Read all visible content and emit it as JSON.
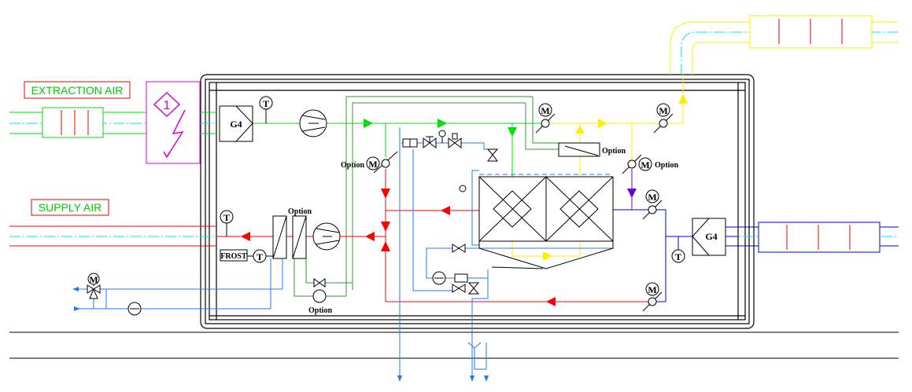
{
  "labels": {
    "extraction_air": "EXTRACTION AIR",
    "supply_air": "SUPPLY AIR",
    "zone_number": "1",
    "filter_extract": "G4",
    "filter_supply": "G4",
    "frost": "FROST",
    "temp_sensor": "T",
    "motor": "M",
    "option": "Option"
  },
  "colors": {
    "extract": "#00dd00",
    "supply": "#ff0000",
    "exhaust": "#ffff00",
    "outdoor": "#0000cc",
    "water": "#1e78ff",
    "heating": "#339933",
    "zone": "#dd00dd",
    "mixed": "#6a00d8"
  }
}
